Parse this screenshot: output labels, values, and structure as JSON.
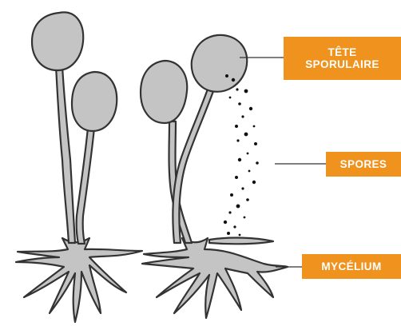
{
  "labels": {
    "tete_line1": "TÊTE",
    "tete_line2": "SPORULAIRE",
    "spores": "SPORES",
    "mycelium": "MYCÉLIUM"
  },
  "colors": {
    "accent": "#f0921e",
    "fill": "#c4c4c4",
    "stroke": "#333333"
  }
}
